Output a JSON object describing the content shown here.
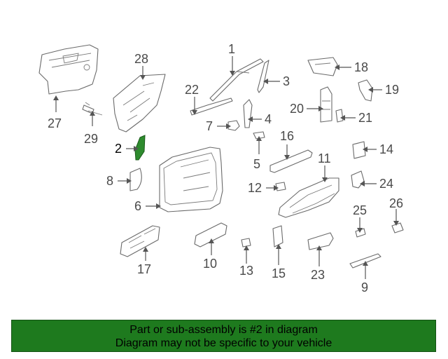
{
  "diagram": {
    "highlight_color": "#2e8b2e",
    "callouts": [
      {
        "id": "1",
        "label": "1"
      },
      {
        "id": "2",
        "label": "2"
      },
      {
        "id": "3",
        "label": "3"
      },
      {
        "id": "4",
        "label": "4"
      },
      {
        "id": "5",
        "label": "5"
      },
      {
        "id": "6",
        "label": "6"
      },
      {
        "id": "7",
        "label": "7"
      },
      {
        "id": "8",
        "label": "8"
      },
      {
        "id": "9",
        "label": "9"
      },
      {
        "id": "10",
        "label": "10"
      },
      {
        "id": "11",
        "label": "11"
      },
      {
        "id": "12",
        "label": "12"
      },
      {
        "id": "13",
        "label": "13"
      },
      {
        "id": "14",
        "label": "14"
      },
      {
        "id": "15",
        "label": "15"
      },
      {
        "id": "16",
        "label": "16"
      },
      {
        "id": "17",
        "label": "17"
      },
      {
        "id": "18",
        "label": "18"
      },
      {
        "id": "19",
        "label": "19"
      },
      {
        "id": "20",
        "label": "20"
      },
      {
        "id": "21",
        "label": "21"
      },
      {
        "id": "22",
        "label": "22"
      },
      {
        "id": "23",
        "label": "23"
      },
      {
        "id": "24",
        "label": "24"
      },
      {
        "id": "25",
        "label": "25"
      },
      {
        "id": "26",
        "label": "26"
      },
      {
        "id": "27",
        "label": "27"
      },
      {
        "id": "28",
        "label": "28"
      },
      {
        "id": "29",
        "label": "29"
      }
    ],
    "selected_part": "2"
  },
  "banner": {
    "background_color": "#1e7a1e",
    "line1": "Part or sub-assembly is #2 in diagram",
    "line2": "Diagram may not be specific to your vehicle"
  }
}
